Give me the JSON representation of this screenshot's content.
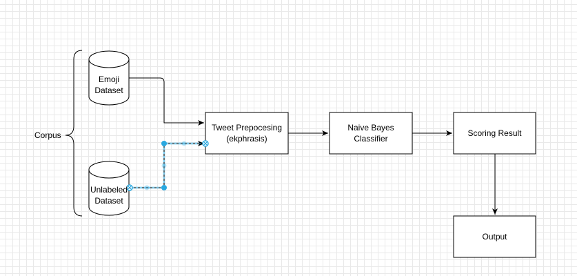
{
  "nodes": {
    "emoji_dataset": "Emoji\nDataset",
    "unlabeled_dataset": "Unlabeled\nDataset",
    "tweet_preprocessing": "Tweet Prepocesing\n(ekphrasis)",
    "naive_bayes": "Naive Bayes\nClassifier",
    "scoring_result": "Scoring Result",
    "output": "Output"
  },
  "group_label": "Corpus",
  "colors": {
    "stroke": "#000000",
    "selection": "#29a8e0",
    "grid": "#e9e9e9"
  }
}
